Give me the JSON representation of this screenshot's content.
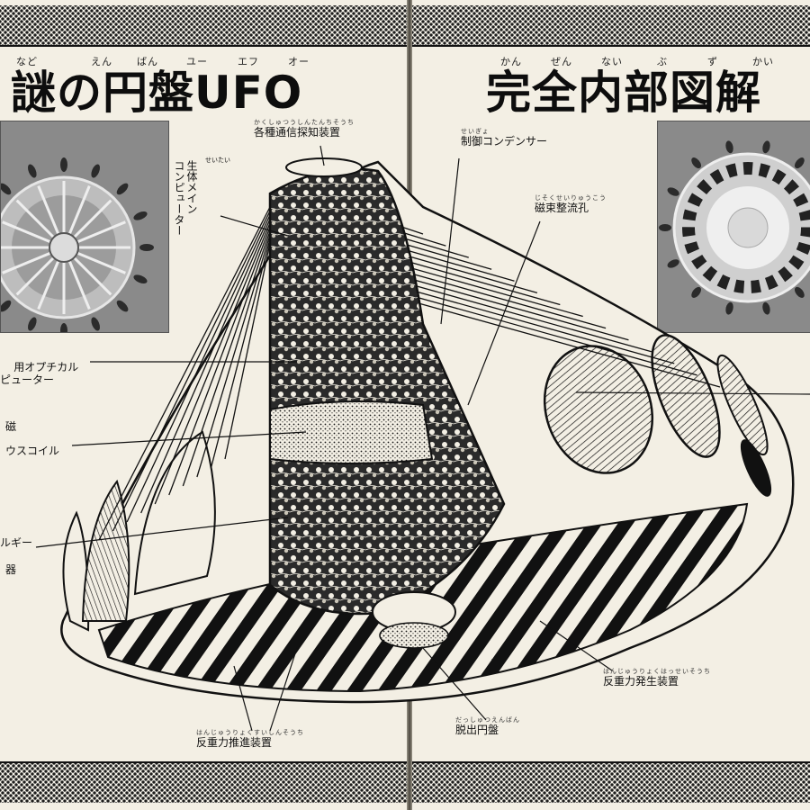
{
  "left_page": {
    "title": "謎の円盤UFO",
    "title_ruby": [
      "など",
      "えん",
      "ばん",
      "ユー",
      "エフ",
      "オー"
    ],
    "callouts": {
      "sensor_device": {
        "furi": "かくしゅつうしんたんちそうち",
        "text": "各種通信探知装置"
      },
      "bio_computer": {
        "furi": "せいたい",
        "text": "生体メイン\nコンピューター"
      },
      "optical_computer": {
        "text": "用オプチカル\nピューター"
      },
      "coil_a": {
        "text": "磁"
      },
      "coil_b": {
        "text": "ウスコイル"
      },
      "energy_a": {
        "text": "ルギー"
      },
      "energy_b": {
        "text": "器"
      },
      "propulsion": {
        "furi": "はんじゅうりょくすいしんそうち",
        "text": "反重力推進装置"
      }
    }
  },
  "right_page": {
    "title": "完全内部図解",
    "title_ruby": [
      "かん",
      "ぜん",
      "ない",
      "ぶ",
      "ず",
      "かい"
    ],
    "callouts": {
      "control_condenser": {
        "furi": "せいぎょ",
        "text": "制御コンデンサー"
      },
      "flux_hole": {
        "furi": "じそくせいりゅうこう",
        "text": "磁束整流孔"
      },
      "antigravity_generator": {
        "furi": "はんじゅうりょくはっせいそうち",
        "text": "反重力発生装置"
      },
      "escape_disk": {
        "furi": "だっしゅつえんばん",
        "text": "脱出円盤"
      }
    }
  },
  "colors": {
    "paper": "#f3efe4",
    "ink": "#111111",
    "photo_bg": "#8e8e8e"
  }
}
